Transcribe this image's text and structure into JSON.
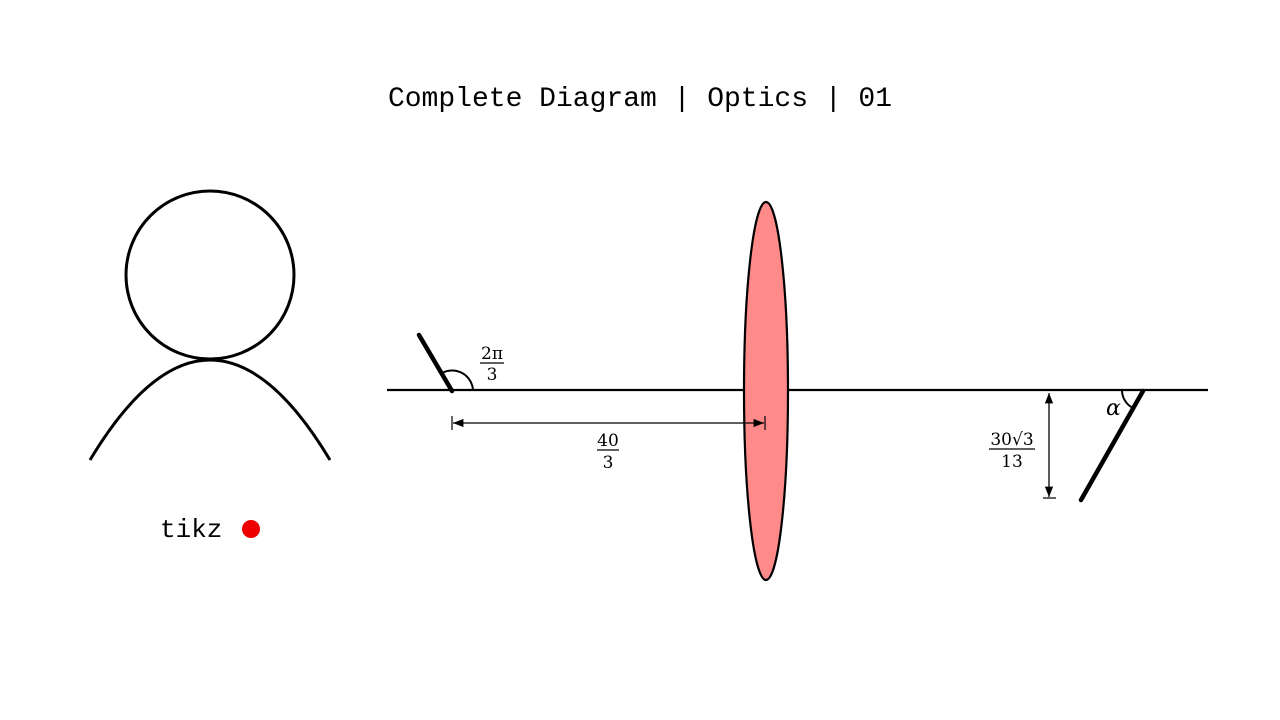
{
  "title": "Complete Diagram | Optics | 01",
  "branding": {
    "label": "tikz",
    "dot_color": "#ee0000",
    "icon": "person-avatar-icon"
  },
  "colors": {
    "lens_fill": "#ff8a8a",
    "stroke": "#000000",
    "background": "#ffffff"
  },
  "diagram": {
    "optical_axis": "horizontal principal axis",
    "lens": {
      "type": "convex-lens",
      "shape": "ellipse"
    },
    "left_object": {
      "type": "inclined-rod",
      "angle_label": {
        "numerator": "2π",
        "denominator": "3"
      }
    },
    "distance_dimension": {
      "label": {
        "numerator": "40",
        "denominator": "3"
      }
    },
    "right_image": {
      "type": "inclined-rod",
      "angle_label": "α",
      "height_dimension": {
        "numerator": "30√3",
        "denominator": "13"
      }
    }
  }
}
